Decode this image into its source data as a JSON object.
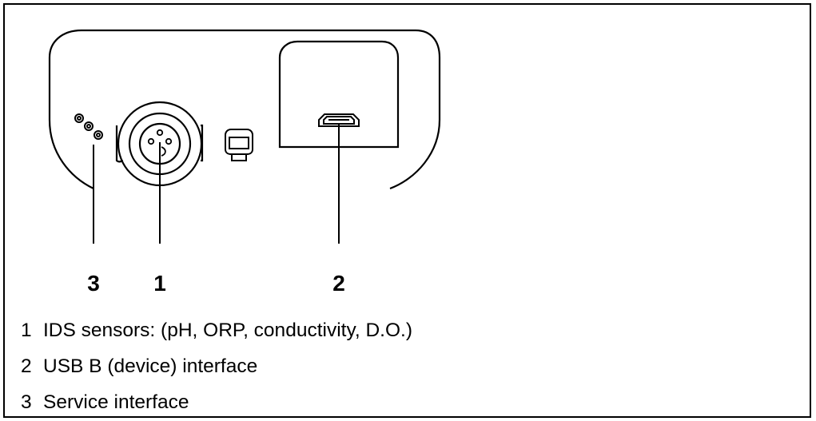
{
  "diagram": {
    "callouts": [
      "3",
      "1",
      "2"
    ],
    "legend": [
      {
        "number": "1",
        "text": "IDS sensors: (pH, ORP, conductivity, D.O.)"
      },
      {
        "number": "2",
        "text": "USB B (device) interface"
      },
      {
        "number": "3",
        "text": "Service interface"
      }
    ]
  },
  "colors": {
    "stroke": "#000000",
    "background": "#ffffff"
  },
  "icons": {
    "sensor_socket": "round-3-pin-connector-icon",
    "small_socket": "square-connector-icon",
    "usb": "mini-usb-port-icon",
    "service": "three-contact-pads-icon"
  }
}
